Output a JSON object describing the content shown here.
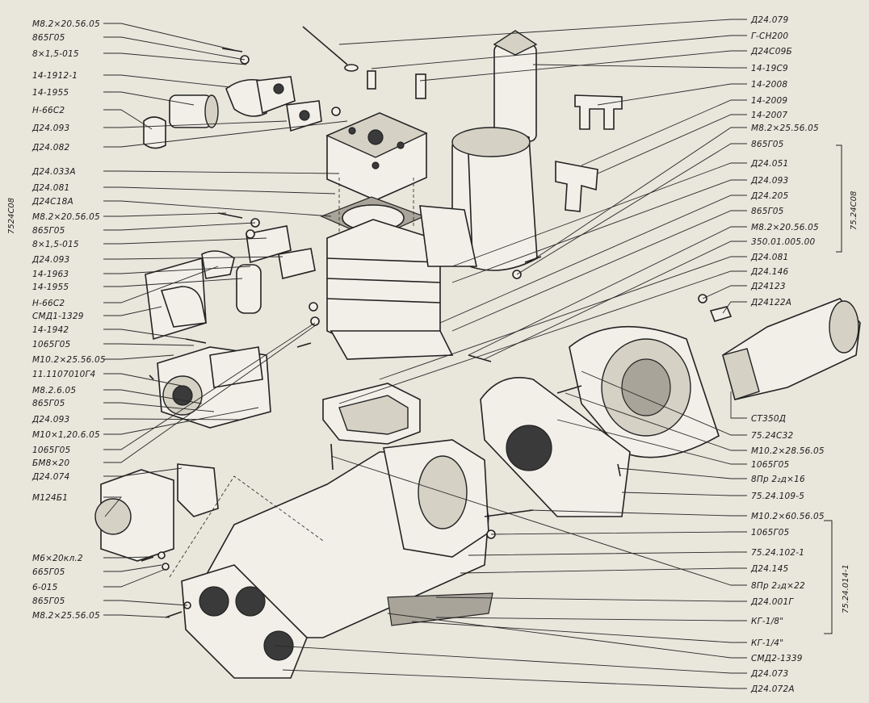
{
  "labels_left": [
    "М8.2×20.56.05",
    "865Г05",
    "8×1,5-015",
    "14-1912-1",
    "14-1955",
    "Н-66С2",
    "Д24.093",
    "Д24.082",
    "Д24.033А",
    "Д24.081",
    "Д24С18А",
    "М8.2×20.56.05",
    "865Г05",
    "8×1,5-015",
    "Д24.093",
    "14-1963",
    "14-1955",
    "Н-66С2",
    "СМД1-1329",
    "14-1942",
    "1065Г05",
    "М10.2×25.56.05",
    "11.1107010Г4",
    "М8.2.6.05",
    "865Г05",
    "Д24.093",
    "М10×1,20.6.05",
    "1065Г05",
    "БМ8×20",
    "Д24.074",
    "М124Б1",
    "М6×20кл.2",
    "665Г05",
    "6-015",
    "865Г05",
    "М8.2×25.56.05"
  ],
  "labels_right": [
    "Д24.079",
    "Г-СН200",
    "Д24С09Б",
    "14-19С9",
    "14-2008",
    "14-2009",
    "14-2007",
    "М8.2×25.56.05",
    "865Г05",
    "Д24.051",
    "Д24.093",
    "Д24.205",
    "865Г05",
    "М8.2×20.56.05",
    "350.01.005.00",
    "Д24.081",
    "Д24.146",
    "Д24123",
    "Д24122А",
    "СТ350Д",
    "75.24С32",
    "М10.2×28.56.05",
    "1065Г05",
    "8Пр 2₂д×16",
    "75.24.109-5",
    "М10.2×60.56.05",
    "1065Г05",
    "75.24.102-1",
    "Д24.145",
    "8Пр 2₂д×22",
    "Д24.001Г",
    "КГ-1/8\"",
    "КГ-1/4\"",
    "СМД2-1339",
    "Д24.073",
    "Д24.072А"
  ],
  "group_labels": {
    "left": "7524С08",
    "right_top": "75.24С08",
    "right_bottom": "75.24.014-1"
  }
}
